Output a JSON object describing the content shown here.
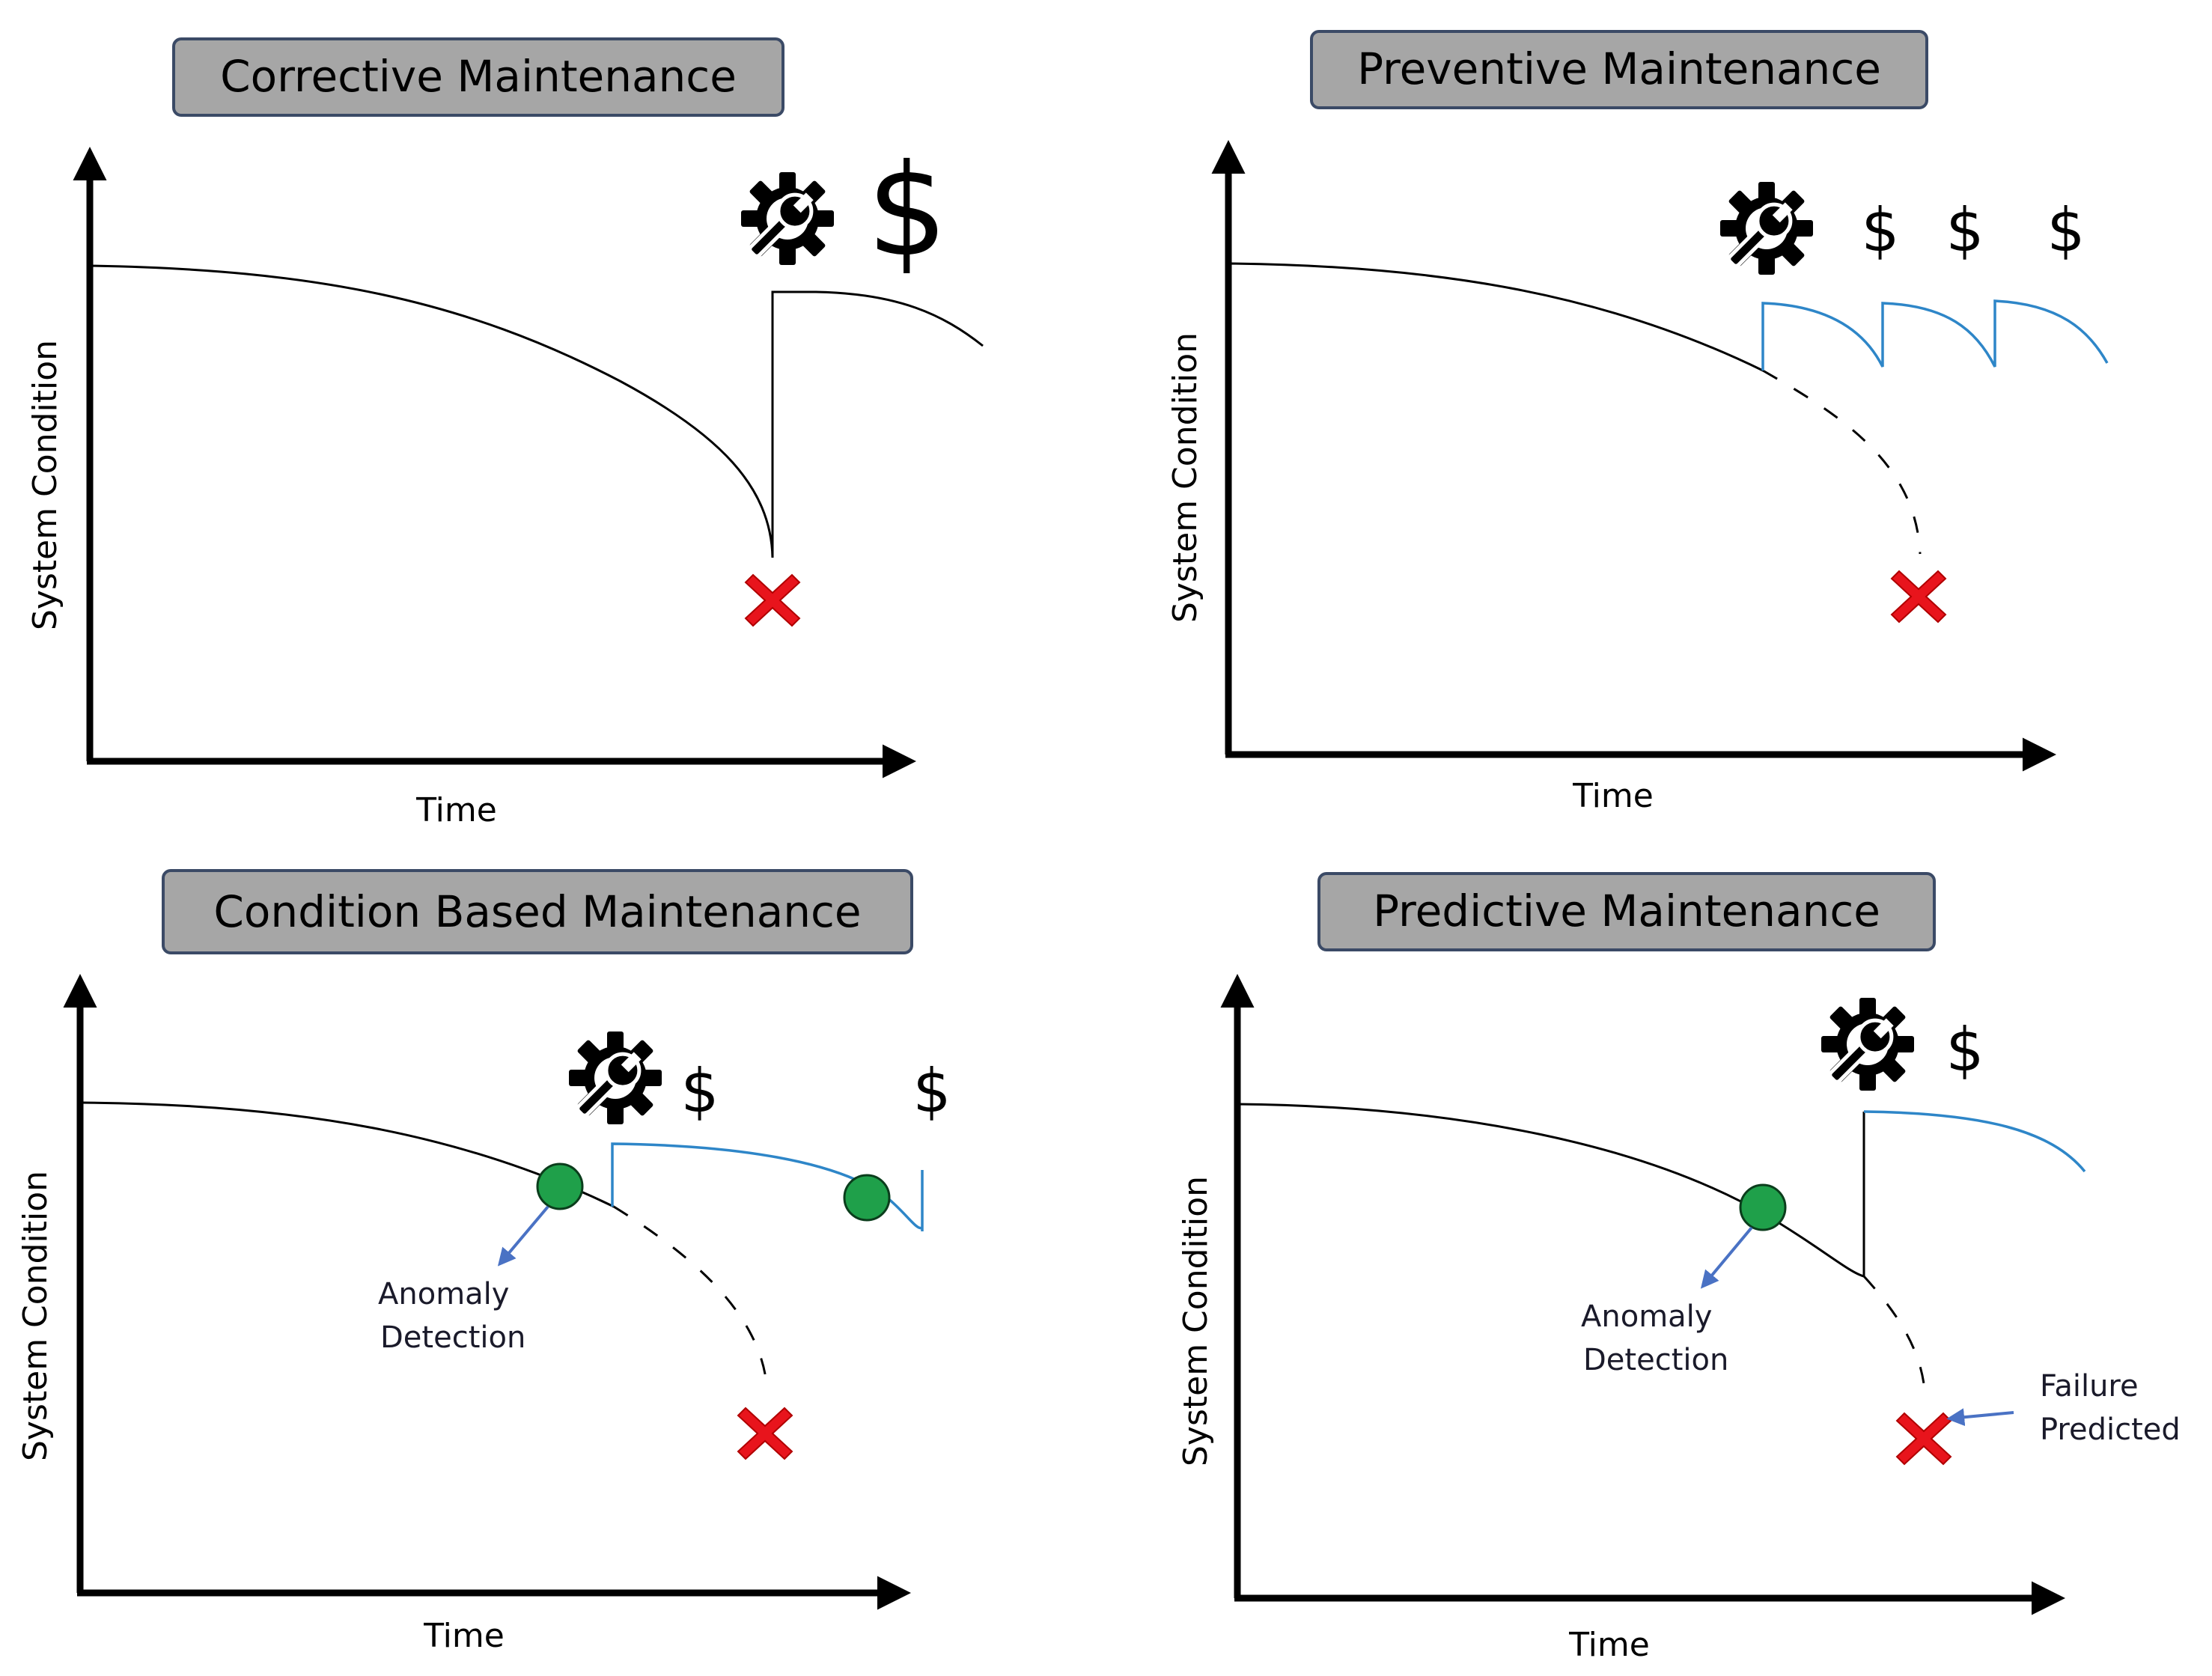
{
  "panels": [
    {
      "title": "Corrective Maintenance",
      "x_label": "Time",
      "y_label": "System Condition",
      "cost_symbols": [
        "$"
      ]
    },
    {
      "title": "Preventive Maintenance",
      "x_label": "Time",
      "y_label": "System Condition",
      "cost_symbols": [
        "$",
        "$",
        "$"
      ]
    },
    {
      "title": "Condition Based Maintenance",
      "x_label": "Time",
      "y_label": "System Condition",
      "cost_symbols": [
        "$",
        "$"
      ],
      "annotation": [
        "Anomaly",
        "Detection"
      ]
    },
    {
      "title": "Predictive Maintenance",
      "x_label": "Time",
      "y_label": "System Condition",
      "cost_symbols": [
        "$"
      ],
      "annotation": [
        "Anomaly",
        "Detection"
      ],
      "failure_note": [
        "Failure",
        "Predicted"
      ]
    }
  ],
  "icons": {
    "maintenance": "gear-wrench-icon",
    "failure": "red-x-icon",
    "anomaly": "green-circle-icon"
  },
  "colors": {
    "title_box": "#a6a6a6",
    "title_border": "#3b4a66",
    "maintained_curve": "#2e86c8",
    "anomaly_point": "#1fa04a",
    "failure_mark": "#e8141c",
    "annotation_arrow": "#4a72c4"
  }
}
